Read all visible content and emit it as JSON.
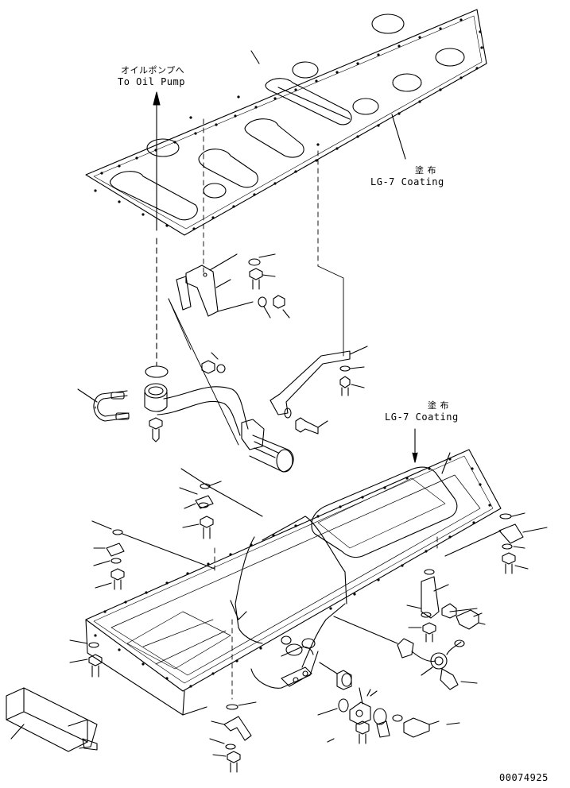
{
  "annotations": {
    "oil_pump_jp": "オイルポンプへ",
    "oil_pump_en": "To Oil Pump",
    "coating_top_jp": "塗 布",
    "coating_top_en": "LG-7 Coating",
    "coating_mid_jp": "塗 布",
    "coating_mid_en": "LG-7 Coating"
  },
  "drawing_number": "00074925"
}
